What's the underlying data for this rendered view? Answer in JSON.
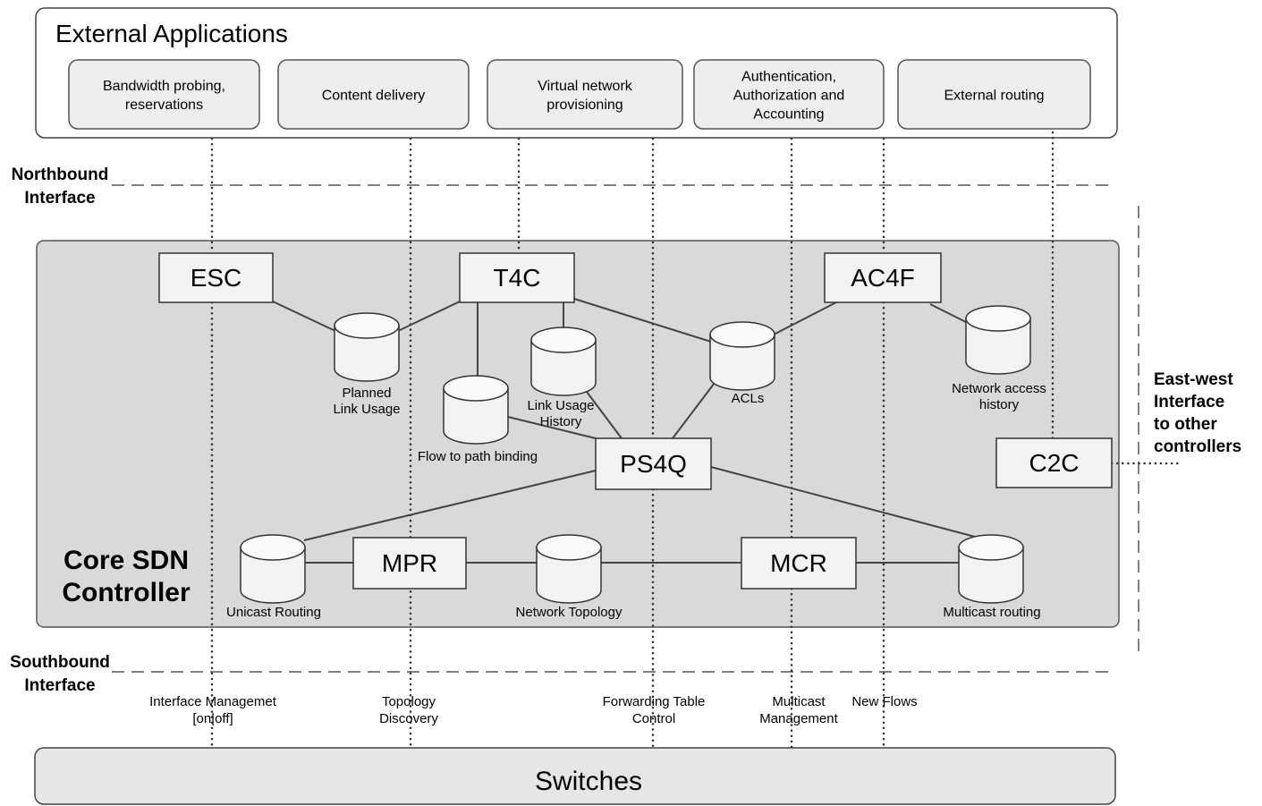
{
  "external": {
    "title": "External Applications",
    "apps": [
      {
        "lines": [
          "Bandwidth probing,",
          "reservations"
        ]
      },
      {
        "lines": [
          "Content delivery"
        ]
      },
      {
        "lines": [
          "Virtual network",
          "provisioning"
        ]
      },
      {
        "lines": [
          "Authentication,",
          "Authorization and",
          "Accounting"
        ]
      },
      {
        "lines": [
          "External routing"
        ]
      }
    ]
  },
  "interfaces": {
    "northbound": [
      "Northbound",
      "Interface"
    ],
    "southbound": [
      "Southbound",
      "Interface"
    ],
    "eastwest": [
      "East-west",
      "Interface",
      "to other",
      "controllers"
    ]
  },
  "core": {
    "label": [
      "Core SDN",
      "Controller"
    ],
    "modules": {
      "esc": "ESC",
      "t4c": "T4C",
      "ac4f": "AC4F",
      "ps4q": "PS4Q",
      "c2c": "C2C",
      "mpr": "MPR",
      "mcr": "MCR"
    },
    "stores": {
      "planned": [
        "Planned",
        "Link Usage"
      ],
      "flow": [
        "Flow to path binding"
      ],
      "history": [
        "Link Usage",
        "History"
      ],
      "acls": [
        "ACLs"
      ],
      "nah": [
        "Network access",
        "history"
      ],
      "unicast": [
        "Unicast Routing"
      ],
      "topology": [
        "Network Topology"
      ],
      "multicast": [
        "Multicast routing"
      ]
    }
  },
  "southbound_functions": {
    "iface": [
      "Interface Managemet",
      "[on|off]"
    ],
    "topo": [
      "Topology",
      "Discovery"
    ],
    "fwd": [
      "Forwarding Table",
      "Control"
    ],
    "mcast": [
      "Multicast",
      "Management"
    ],
    "flows": [
      "New Flows"
    ]
  },
  "switches": {
    "label": "Switches"
  }
}
